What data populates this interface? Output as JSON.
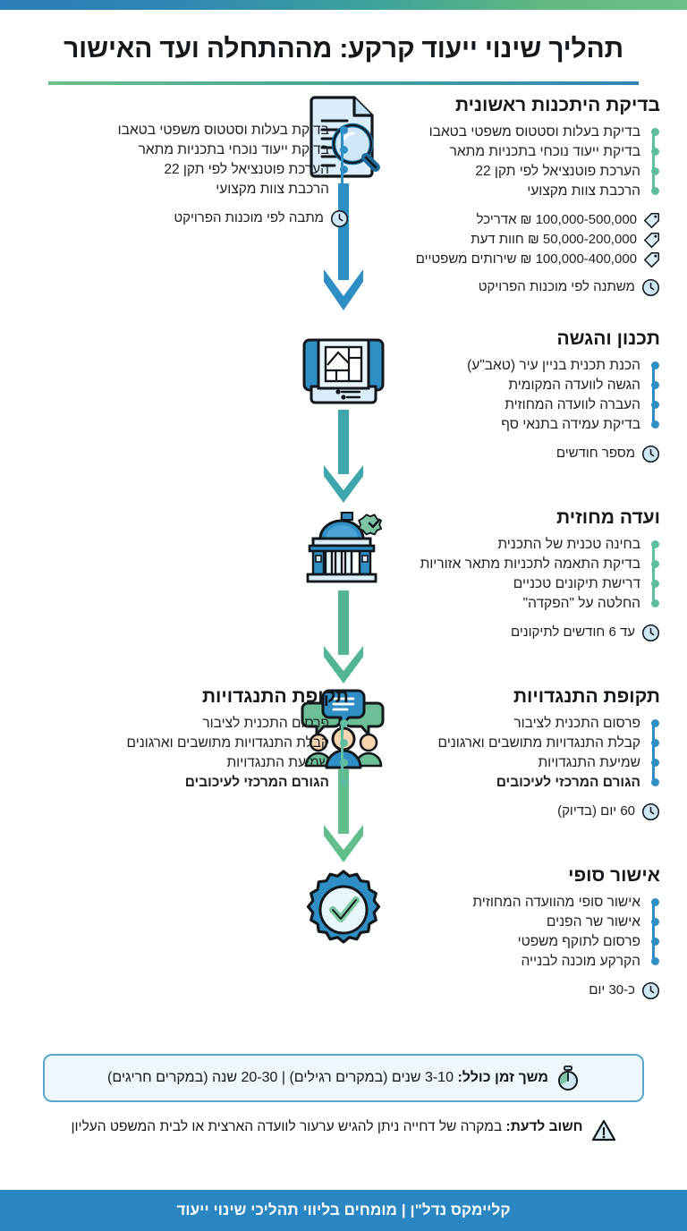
{
  "header": {
    "title": "תהליך שינוי ייעוד קרקע: מההתחלה ועד האישור"
  },
  "steps": [
    {
      "id": "initial-feasibility",
      "heading": "בדיקת היתכנות ראשונית",
      "icon": "document-magnifier-icon",
      "bullets": [
        "בדיקת בעלות וסטטוס משפטי בטאבו",
        "בדיקת ייעוד נוכחי בתכניות מתאר",
        "הערכת פוטנציאל לפי תקן 22",
        "הרכבת צוות מקצועי"
      ],
      "costs": [
        "100,000-500,000 ₪ אדריכל",
        "50,000-200,000 ₪ חוות דעת",
        "100,000-400,000 ₪ שירותים משפטיים"
      ],
      "duration": "משתנה לפי מוכנות הפרויקט",
      "ghost_duration": "מתבה לפי מוכנות הפרויקט",
      "has_ghost": true
    },
    {
      "id": "planning-submission",
      "heading": "תכנון והגשה",
      "icon": "blueprint-icon",
      "bullets": [
        "הכנת תכנית בניין עיר (טאב\"ע)",
        "הגשה לוועדה המקומית",
        "העברה לוועדה המחוזית",
        "בדיקת עמידה בתנאי סף"
      ],
      "costs": [],
      "duration": "מספר חודשים",
      "has_ghost": false
    },
    {
      "id": "district-committee",
      "heading": "ועדה מחוזית",
      "icon": "government-building-icon",
      "bullets": [
        "בחינה טכנית של התכנית",
        "בדיקת התאמה לתכניות מתאר אזוריות",
        "דרישת תיקונים טכניים",
        "החלטה על \"הפקדה\""
      ],
      "costs": [],
      "duration": "עד 6 חודשים לתיקונים",
      "has_ghost": false
    },
    {
      "id": "objections-period",
      "heading": "תקופת התנגדויות",
      "icon": "public-discussion-icon",
      "bullets": [
        "פרסום התכנית לציבור",
        "קבלת התנגדויות מתושבים וארגונים",
        "שמיעת התנגדויות",
        "הגורם המרכזי לעיכובים"
      ],
      "bold_last": true,
      "costs": [],
      "duration": "60 יום (בדיוק)",
      "has_ghost": true
    },
    {
      "id": "final-approval",
      "heading": "אישור סופי",
      "icon": "approval-badge-icon",
      "bullets": [
        "אישור סופי מהוועדה המחוזית",
        "אישור שר הפנים",
        "פרסום לתוקף משפטי",
        "הקרקע מוכנה לבנייה"
      ],
      "costs": [],
      "duration": "כ-30 יום",
      "has_ghost": false
    }
  ],
  "summary": {
    "icon": "stopwatch-icon",
    "label": "משך זמן כולל:",
    "text": " 3-10 שנים (במקרים רגילים) | 20-30 שנה (במקרים חריגים)"
  },
  "note": {
    "icon": "warning-triangle-icon",
    "label": "חשוב לדעת:",
    "text": " במקרה של דחייה ניתן להגיש ערעור לוועדה הארצית או לבית המשפט העליון"
  },
  "footer": {
    "text": "קליימקס נדל\"ן | מומחים בליווי תהליכי שינוי ייעוד"
  },
  "colors": {
    "brand_blue": "#2b87c2",
    "brand_green": "#6cc08a",
    "teal": "#5fbda2",
    "bullet_blue": "#2f8fc4",
    "box_bg": "#eef7fb",
    "box_border": "#59a8cc"
  },
  "icon_labels": {
    "price_tag": "price-tag-icon",
    "clock": "clock-icon"
  }
}
